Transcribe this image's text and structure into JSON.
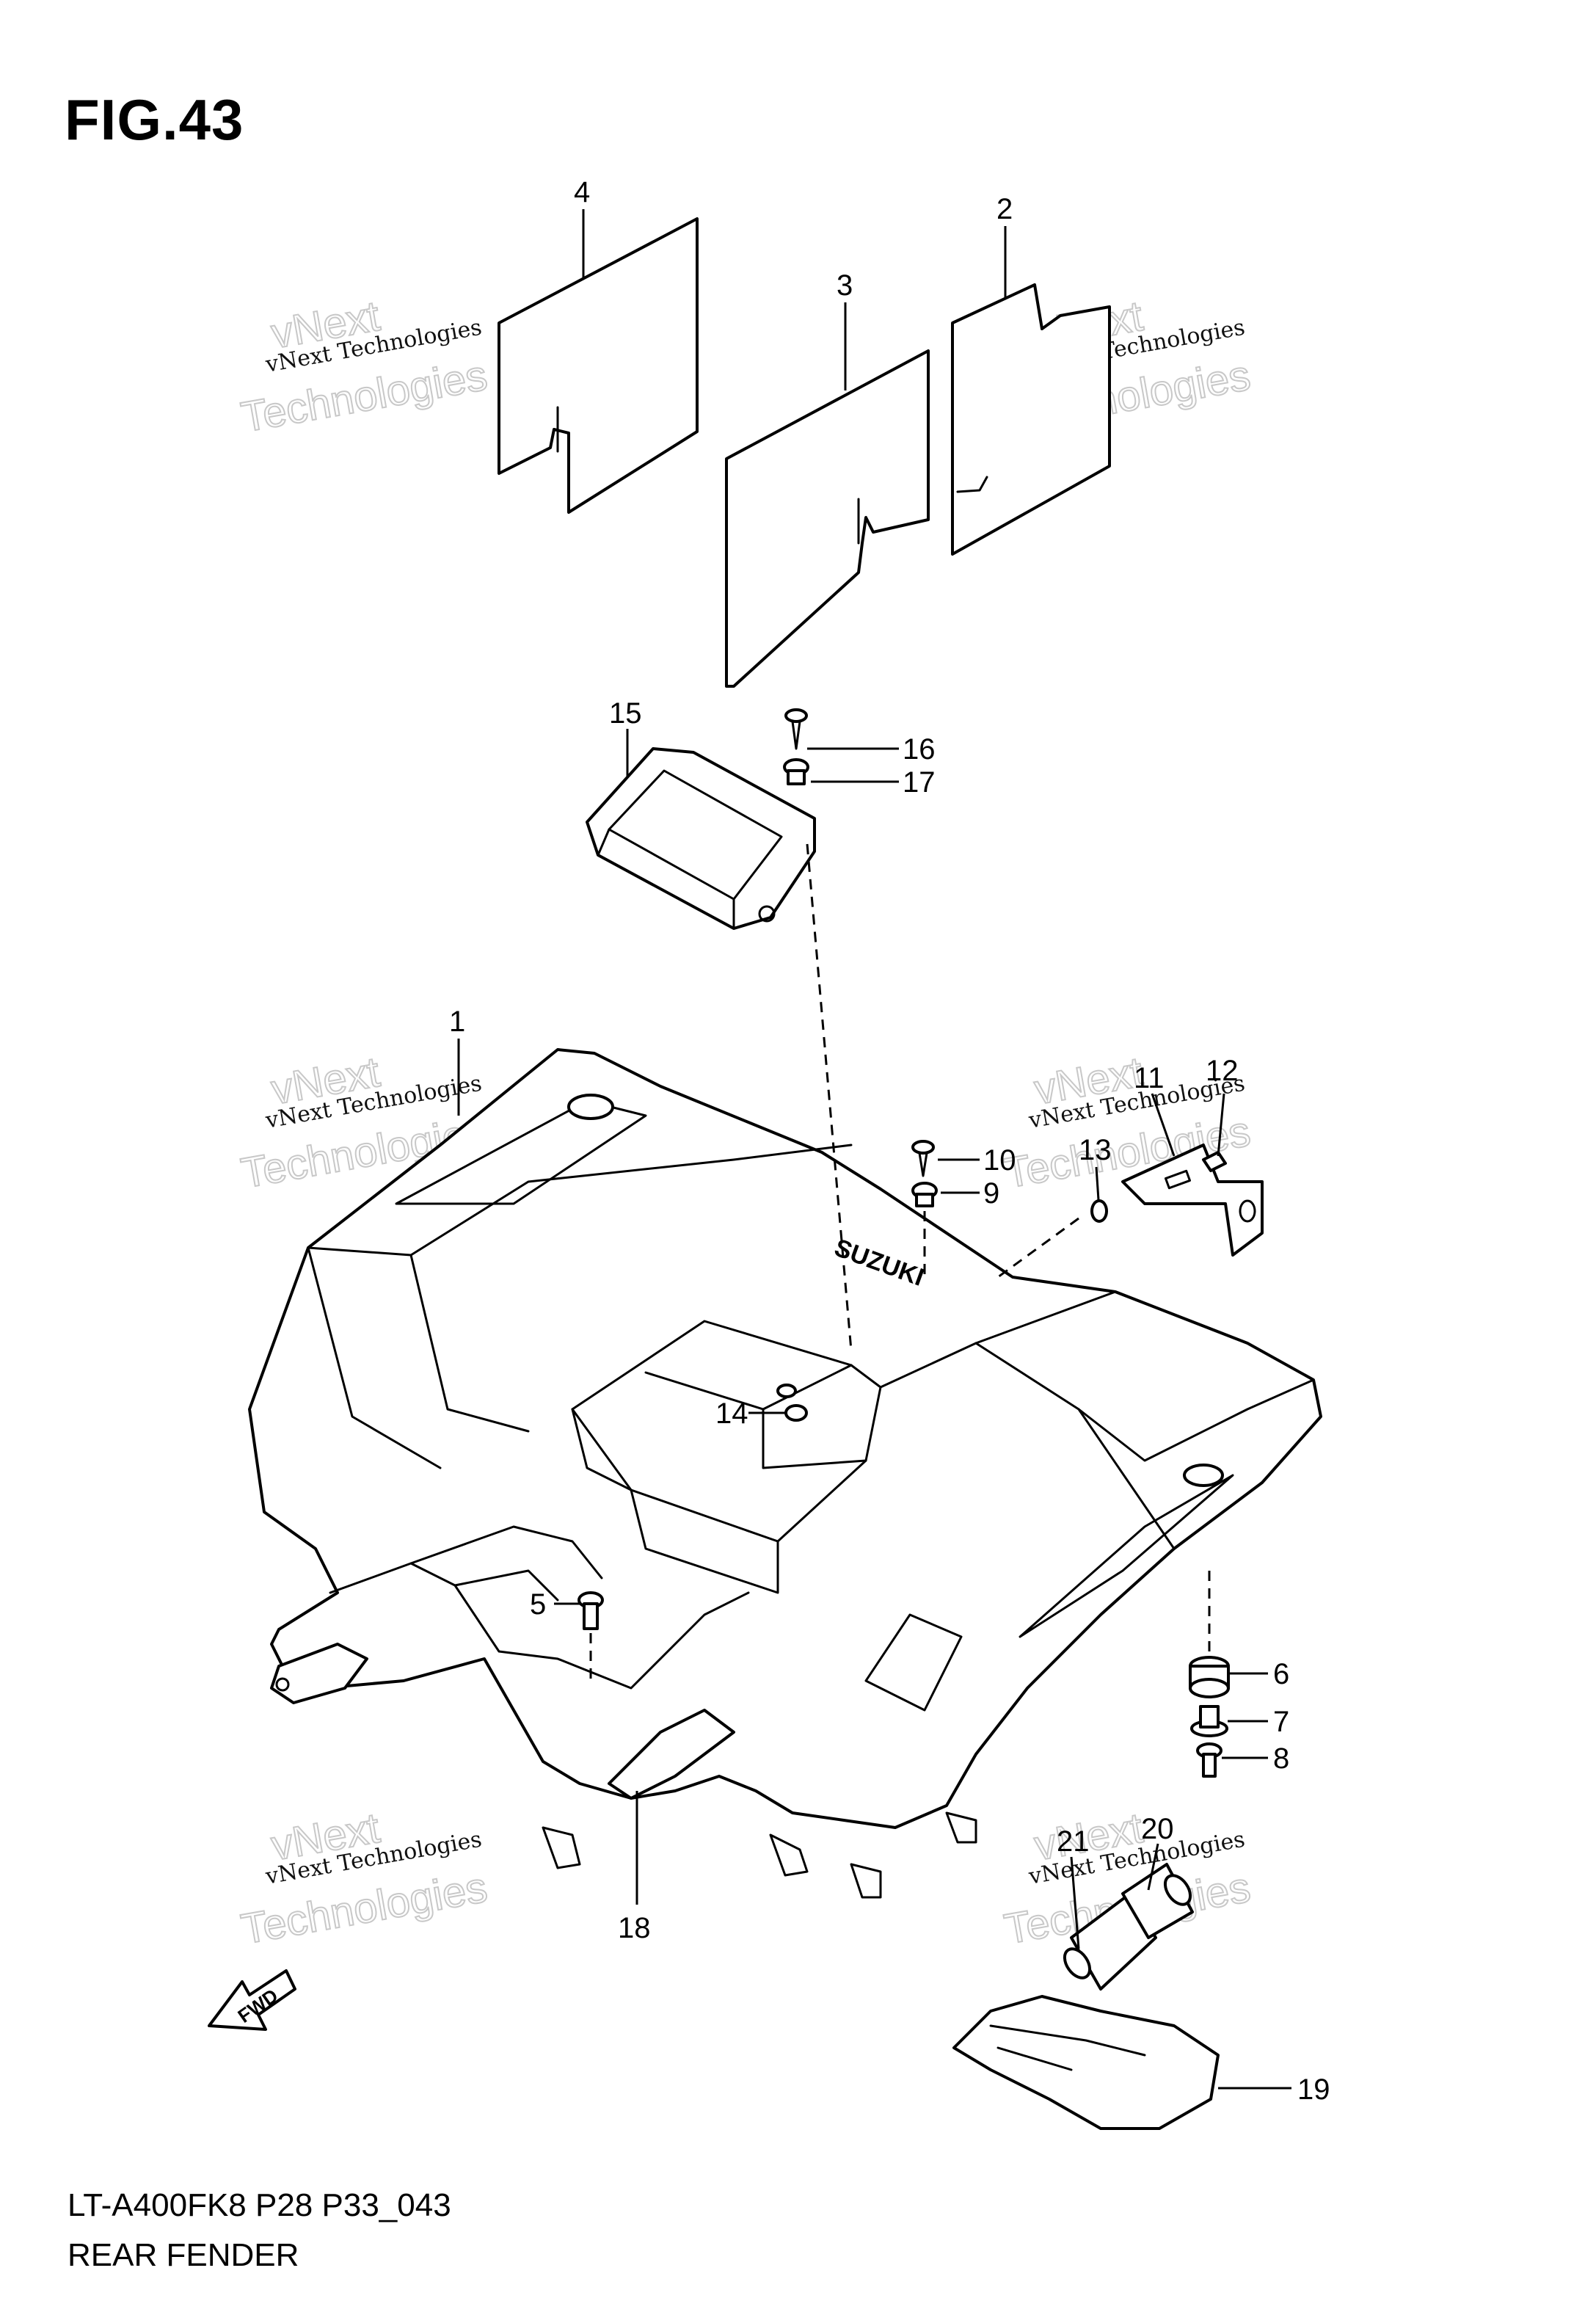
{
  "title": "FIG.43",
  "model_code": "LT-A400FK8 P28 P33_043",
  "figure_name": "REAR FENDER",
  "watermark": {
    "line1": "vNext Technologies",
    "line2": "vNext",
    "line3": "Technologies"
  },
  "decal_text": "SUZUKI",
  "fwd_label": "FWD",
  "callouts": [
    "1",
    "2",
    "3",
    "4",
    "5",
    "6",
    "7",
    "8",
    "9",
    "10",
    "11",
    "12",
    "13",
    "14",
    "15",
    "16",
    "17",
    "18",
    "19",
    "20",
    "21"
  ]
}
